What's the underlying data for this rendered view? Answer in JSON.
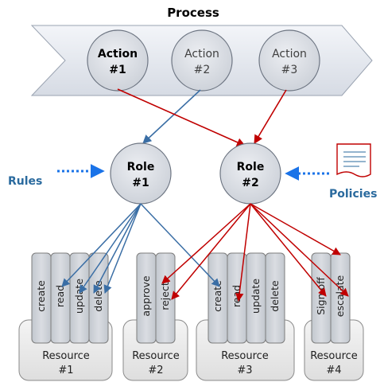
{
  "diagram": {
    "title": "Process",
    "actions": [
      {
        "line1": "Action",
        "line2": "#1",
        "emphasis": true
      },
      {
        "line1": "Action",
        "line2": "#2",
        "emphasis": false
      },
      {
        "line1": "Action",
        "line2": "#3",
        "emphasis": false
      }
    ],
    "roles": [
      {
        "line1": "Role",
        "line2": "#1"
      },
      {
        "line1": "Role",
        "line2": "#2"
      }
    ],
    "rules_label": "Rules",
    "policies_label": "Policies",
    "resources": [
      {
        "line1": "Resource",
        "line2": "#1",
        "permissions": [
          "create",
          "read",
          "update",
          "delete"
        ]
      },
      {
        "line1": "Resource",
        "line2": "#2",
        "permissions": [
          "approve",
          "reject"
        ]
      },
      {
        "line1": "Resource",
        "line2": "#3",
        "permissions": [
          "create",
          "read",
          "update",
          "delete"
        ]
      },
      {
        "line1": "Resource",
        "line2": "#4",
        "permissions": [
          "Sign off",
          "escalate"
        ]
      }
    ],
    "colors": {
      "action_to_role_1": "#3a6ea5",
      "action_to_role_2": "#c00000",
      "role_1_arrows": "#3a6ea5",
      "role_2_arrows": "#c00000",
      "dotted_arrows": "#1a73e8",
      "node_fill": "#d9dde3",
      "process_fill": "#e4e7ee"
    }
  }
}
